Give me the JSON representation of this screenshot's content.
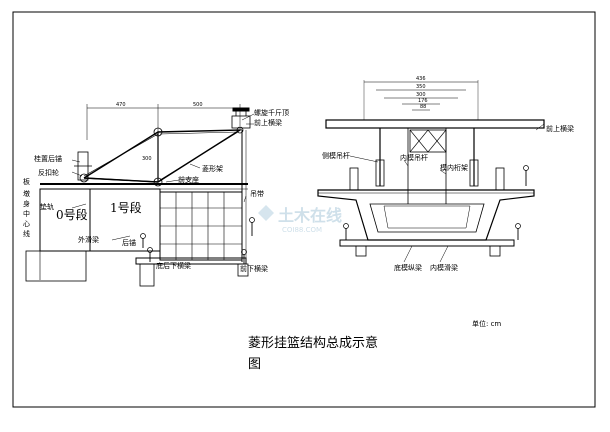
{
  "title": {
    "line1": "菱形挂篮结构总成示意",
    "line2": "图"
  },
  "unit_label": "单位: cm",
  "watermark": {
    "text": "土木在线",
    "sub": "COI88.COM"
  },
  "side_view": {
    "dims": [
      "470",
      "500",
      "300"
    ],
    "labels": {
      "top_screw": "螺旋千斤顶",
      "front_beam": "前上横梁",
      "rear_anchor": "桂置后锚",
      "counter_wheel": "反扣轮",
      "rhombus": "菱形架",
      "front_support": "前支座",
      "pier_center": "墩身中心线",
      "seg0": "0号段",
      "seg1": "1号段",
      "pad_rail": "垫轨",
      "hanger": "吊带",
      "outer_slide": "外滑梁",
      "rear_anchor2": "后锚",
      "bottom_rear": "底后下横梁",
      "front_lower": "前下横梁"
    },
    "pier_label_chars": [
      "板",
      "墩",
      "身",
      "中",
      "心",
      "线"
    ]
  },
  "front_view": {
    "dims": [
      "436",
      "350",
      "300",
      "176",
      "88"
    ],
    "labels": {
      "front_beam": "前上横梁",
      "side_hanger": "侧模吊杆",
      "inner_hanger": "内模吊杆",
      "inner_frame": "模内桁架",
      "bottom_beam": "底模纵梁",
      "inner_slide": "内模滑梁"
    }
  }
}
